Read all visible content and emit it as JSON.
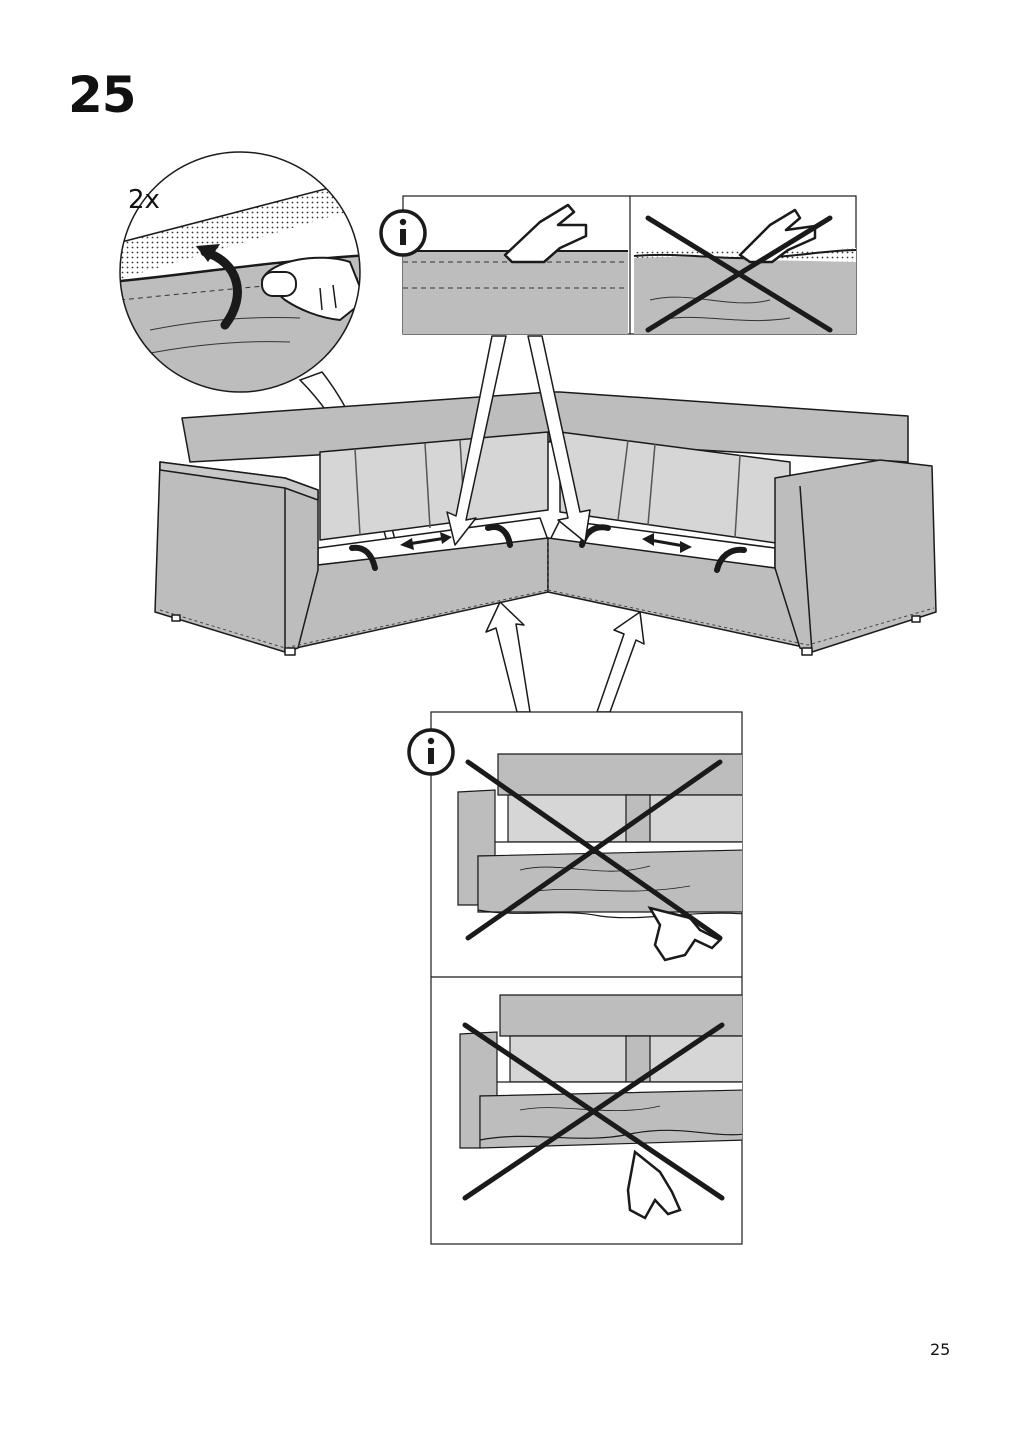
{
  "step": {
    "number": "25"
  },
  "detail": {
    "multiplier": "2x"
  },
  "info_box_top": {
    "icon": "info-icon",
    "panels": [
      "correct-tuck-panel",
      "wrong-tuck-panel"
    ]
  },
  "info_box_bottom": {
    "icon": "info-icon",
    "panels": [
      "wrong-skirt-panel-1",
      "wrong-skirt-panel-2"
    ]
  },
  "footer": {
    "page_number": "25"
  },
  "colors": {
    "fabric": "#bdbdbd",
    "fabric_light": "#d6d6d6",
    "line": "#1a1a1a",
    "paper": "#ffffff"
  }
}
